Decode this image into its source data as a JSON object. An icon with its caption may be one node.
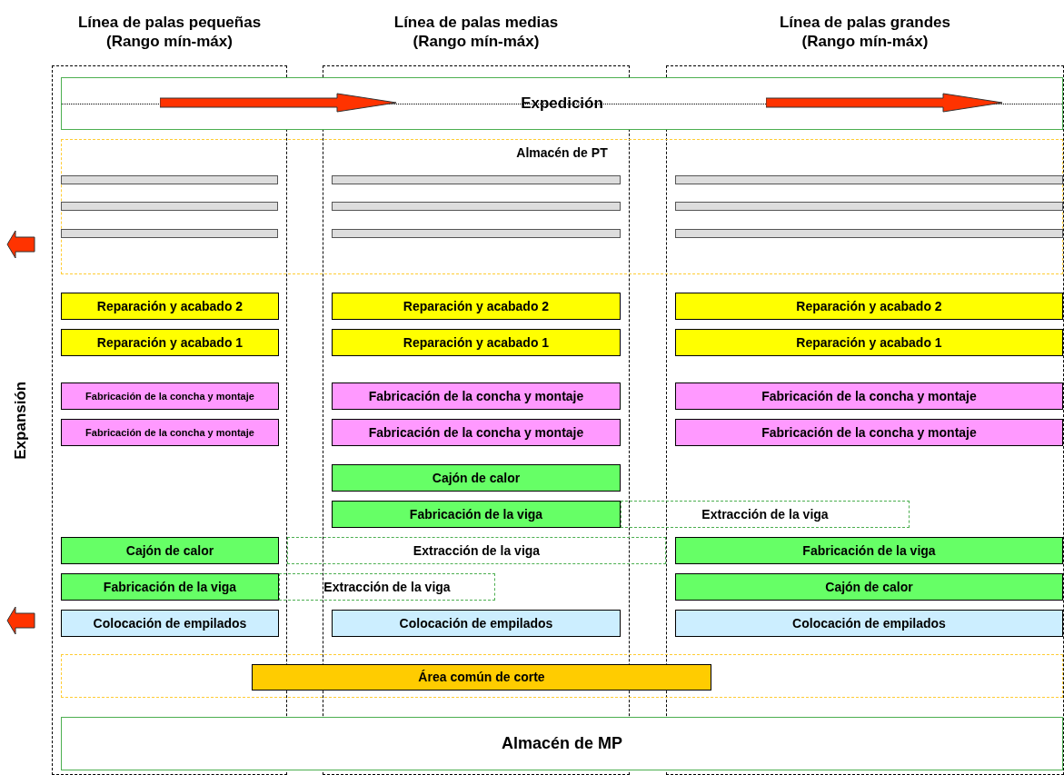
{
  "diagram": {
    "nodes": [
      {
        "text": [
          "Línea de palas pequeñas (Rango mín-máx)"
        ]
      },
      {
        "text": [
          "Línea de palas medias (Rango mín-máx)"
        ]
      },
      {
        "text": [
          "Línea de palas grandes (Rango mín-máx)"
        ]
      },
      {
        "text": [
          "Expedición"
        ]
      },
      {
        "text": [
          "Almacén de PT"
        ]
      },
      {
        "text": [],
        "shape": "bar"
      },
      {
        "text": [],
        "shape": "bar"
      },
      {
        "text": [],
        "shape": "bar"
      },
      {
        "text": [],
        "shape": "bar"
      },
      {
        "text": [],
        "shape": "bar"
      },
      {
        "text": [],
        "shape": "bar"
      },
      {
        "text": [],
        "shape": "bar"
      },
      {
        "text": [],
        "shape": "bar"
      },
      {
        "text": [],
        "shape": "bar"
      },
      {
        "text": [
          "Reparación y acabado 2"
        ],
        "in": 0
      },
      {
        "text": [
          "Reparación y acabado 2"
        ],
        "in": 1
      },
      {
        "text": [
          "Reparación y acabado 2"
        ],
        "in": 2
      },
      {
        "text": [
          "Reparación y acabado 1"
        ],
        "in": 0
      },
      {
        "text": [
          "Reparación y acabado 1"
        ],
        "in": 1
      },
      {
        "text": [
          "Reparación y acabado 1"
        ],
        "in": 2
      },
      {
        "text": [
          "Fabricación de la concha y montaje"
        ],
        "in": 0
      },
      {
        "text": [
          "Fabricación de la concha y montaje"
        ],
        "in": 1
      },
      {
        "text": [
          "Fabricación de la concha y montaje"
        ],
        "in": 2
      },
      {
        "text": [
          "Fabricación de la concha y montaje"
        ],
        "in": 0
      },
      {
        "text": [
          "Fabricación de la concha y montaje"
        ],
        "in": 1
      },
      {
        "text": [
          "Fabricación de la concha y montaje"
        ],
        "in": 2
      },
      {
        "text": [
          "Cajón de calor"
        ],
        "in": 1
      },
      {
        "text": [
          "Fabricación de la viga"
        ],
        "in": 1
      },
      {
        "text": [
          "Extracción de la viga"
        ]
      },
      {
        "text": [
          "Cajón de calor"
        ],
        "in": 0
      },
      {
        "text": [
          "Extracción de la viga"
        ]
      },
      {
        "text": [
          "Fabricación de la viga"
        ],
        "in": 2
      },
      {
        "text": [
          "Fabricación de la viga"
        ],
        "in": 0
      },
      {
        "text": [
          "Extracción de la viga"
        ]
      },
      {
        "text": [
          "Cajón de calor"
        ],
        "in": 2
      },
      {
        "text": [
          "Colocación de empilados"
        ],
        "in": 0
      },
      {
        "text": [
          "Colocación de empilados"
        ],
        "in": 1
      },
      {
        "text": [
          "Colocación de empilados"
        ],
        "in": 2
      },
      {
        "text": [],
        "shape": "box"
      },
      {
        "text": [
          "Área común de corte"
        ],
        "in": 38
      },
      {
        "text": [
          "Almacén de MP"
        ]
      }
    ],
    "edges": [],
    "labels": [
      "Expansión"
    ]
  }
}
